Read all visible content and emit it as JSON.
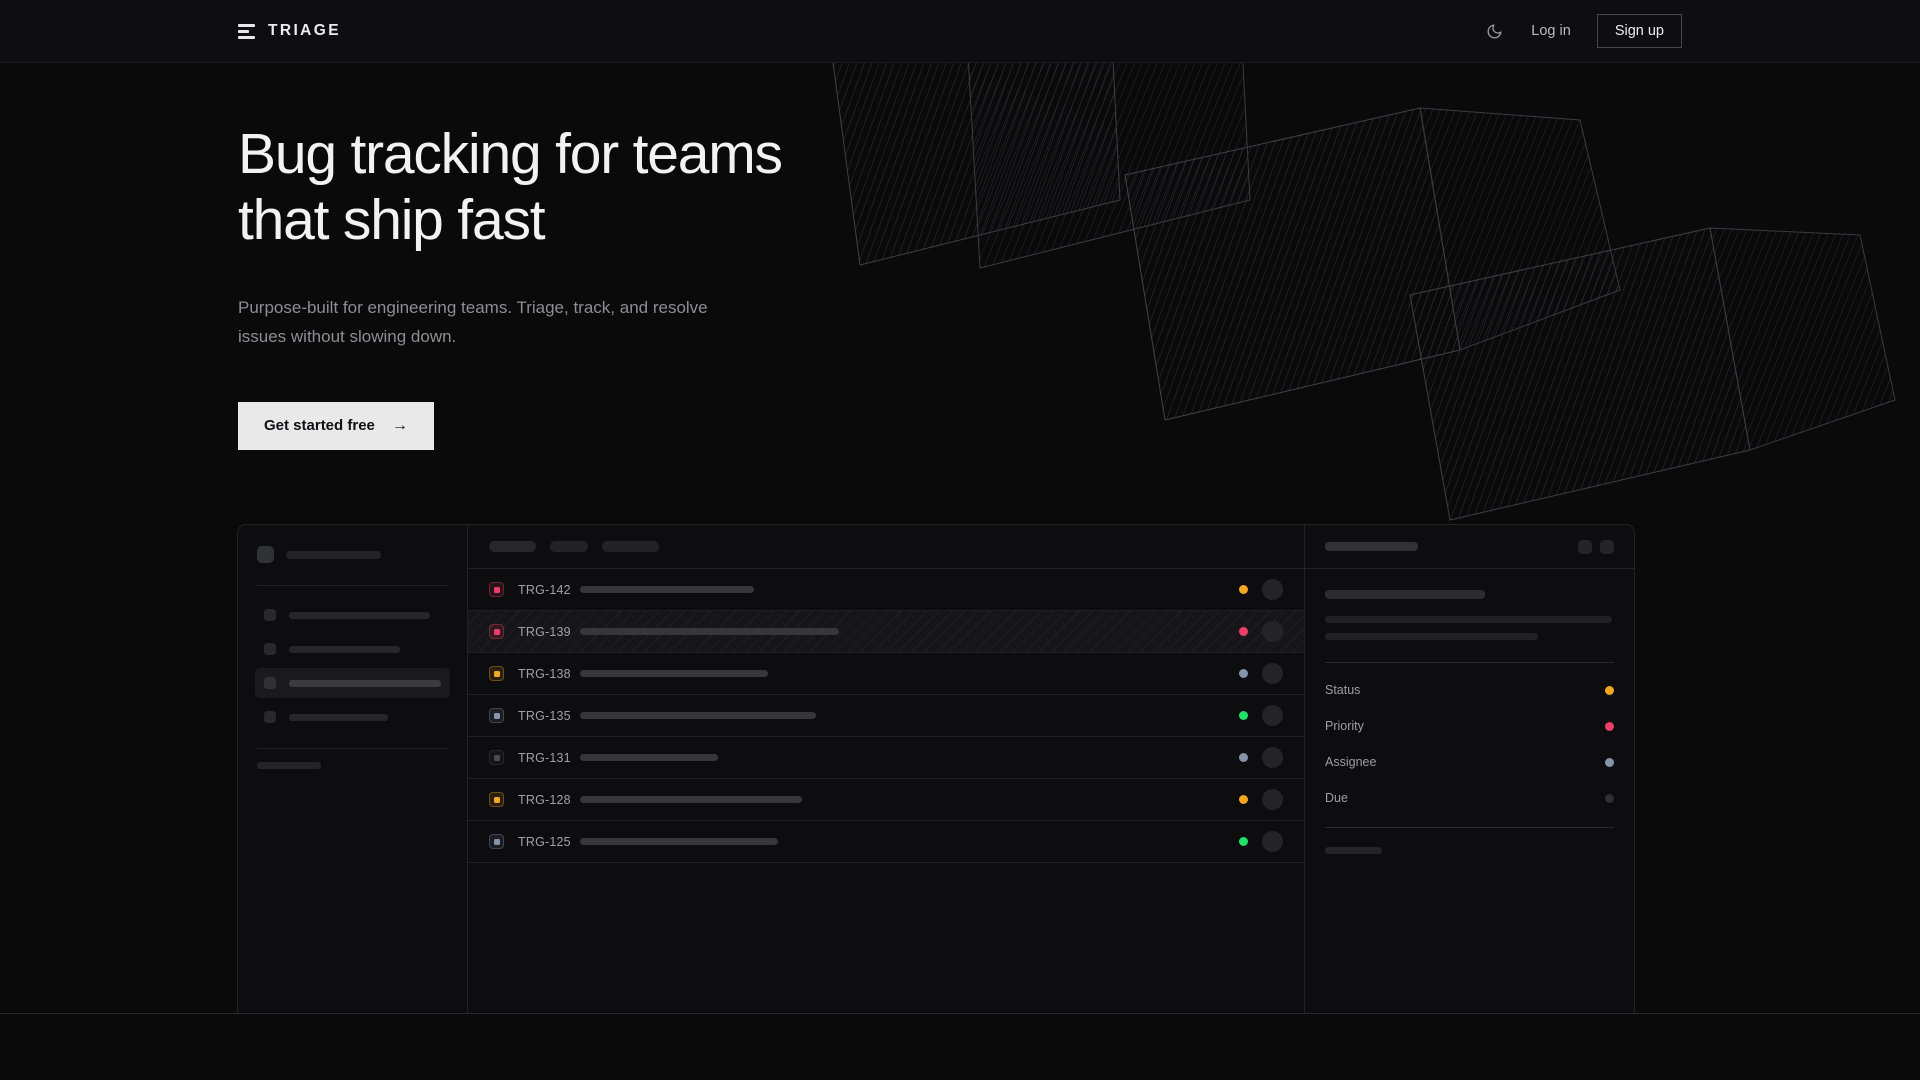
{
  "brand": {
    "name": "TRIAGE",
    "logo_icon": "stacked-bars-icon"
  },
  "nav": {
    "theme_toggle_icon": "moon-icon",
    "login_label": "Log in",
    "signup_label": "Sign up"
  },
  "hero": {
    "headline_line1": "Bug tracking for teams",
    "headline_line2": "that ship fast",
    "subtext": "Purpose-built for engineering teams. Triage, track, and resolve issues without slowing down.",
    "cta_label": "Get started free",
    "cta_arrow": "→"
  },
  "colors": {
    "page_bg": "#0a0a0b",
    "nav_bg": "#0e0e10",
    "card_bg": "#0d0d0f",
    "border": "#232327",
    "text_primary": "#f2f2f3",
    "text_muted": "#8d8d95",
    "cta_bg": "#e9e9ea",
    "amber": "#f5a623",
    "pink": "#ec3f67",
    "green": "#22e06a",
    "slate": "#8595ab",
    "dim": "#3a3a40"
  },
  "mockup": {
    "sidebar": {
      "workspace_icon": "workspace-square-icon",
      "nav_items": [
        {
          "label_width": 141,
          "active": false
        },
        {
          "label_width": 111,
          "active": false
        },
        {
          "label_width": 156,
          "active": true
        },
        {
          "label_width": 99,
          "active": false
        }
      ],
      "section_label_width": 64,
      "mini_items": 3
    },
    "list": {
      "filters": [
        "filter-chip-1",
        "filter-chip-2",
        "filter-chip-3"
      ],
      "rows": [
        {
          "id": "TRG-142",
          "priority_color": "#ec3f67",
          "status_color": "#f5a623",
          "title_width": 174,
          "selected": false
        },
        {
          "id": "TRG-139",
          "priority_color": "#ec3f67",
          "status_color": "#ec3f67",
          "title_width": 259,
          "selected": true
        },
        {
          "id": "TRG-138",
          "priority_color": "#f5a623",
          "status_color": "#8595ab",
          "title_width": 188,
          "selected": false
        },
        {
          "id": "TRG-135",
          "priority_color": "#8595ab",
          "status_color": "#22e06a",
          "title_width": 236,
          "selected": false
        },
        {
          "id": "TRG-131",
          "priority_color": "#4a4a51",
          "status_color": "#8595ab",
          "title_width": 138,
          "selected": false
        },
        {
          "id": "TRG-128",
          "priority_color": "#f5a623",
          "status_color": "#f5a623",
          "title_width": 222,
          "selected": false
        },
        {
          "id": "TRG-125",
          "priority_color": "#8595ab",
          "status_color": "#22e06a",
          "title_width": 198,
          "selected": false
        }
      ]
    },
    "detail": {
      "header_buttons": [
        "detail-action-1",
        "detail-action-2"
      ],
      "fields": [
        {
          "key": "Status",
          "dot_color": "#f5a623"
        },
        {
          "key": "Priority",
          "dot_color": "#ec3f67"
        },
        {
          "key": "Assignee",
          "dot_color": "#8595ab"
        },
        {
          "key": "Due",
          "dot_color": "#2e2e33"
        }
      ],
      "activity_avatars": 2
    }
  }
}
